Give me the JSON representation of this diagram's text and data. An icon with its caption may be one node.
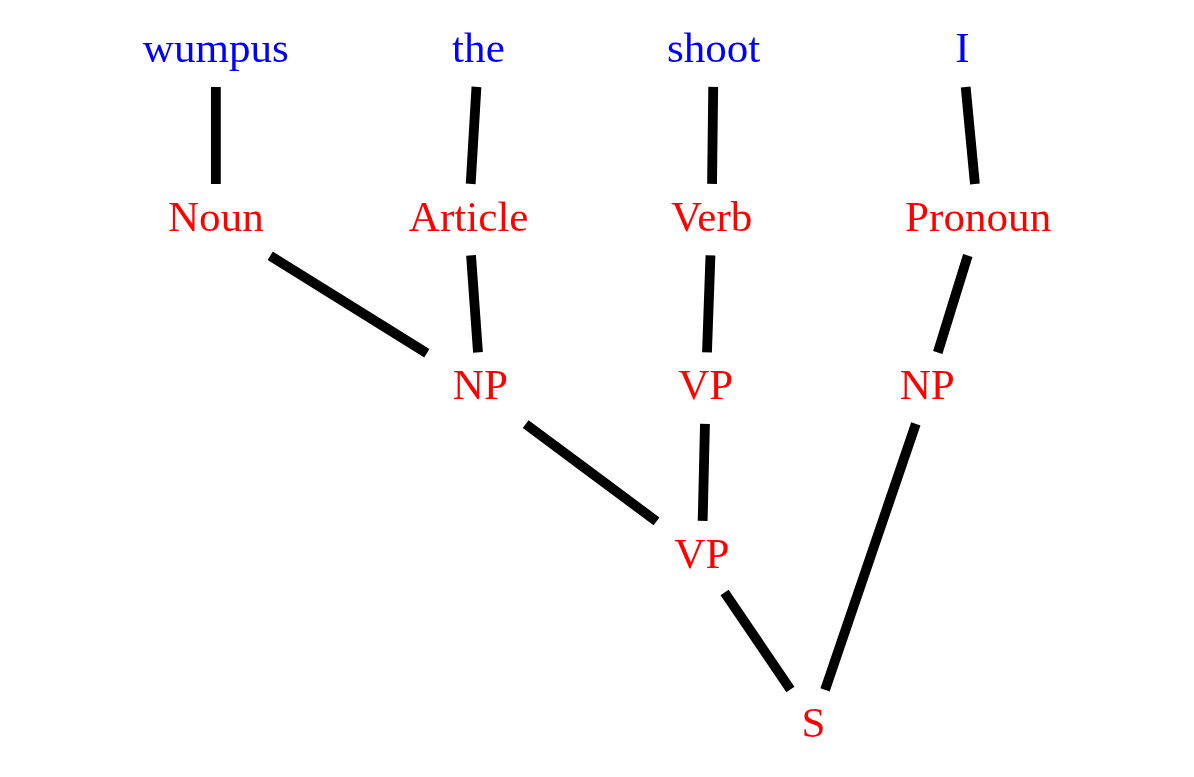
{
  "diagram": {
    "nodes": [
      {
        "text": [
          "wumpus"
        ]
      },
      {
        "text": [
          "the"
        ]
      },
      {
        "text": [
          "shoot"
        ]
      },
      {
        "text": [
          "I"
        ]
      },
      {
        "text": [
          "Noun"
        ]
      },
      {
        "text": [
          "Article"
        ]
      },
      {
        "text": [
          "Verb"
        ]
      },
      {
        "text": [
          "Pronoun"
        ]
      },
      {
        "text": [
          "NP"
        ]
      },
      {
        "text": [
          "VP"
        ]
      },
      {
        "text": [
          "NP"
        ]
      },
      {
        "text": [
          "VP"
        ]
      },
      {
        "text": [
          "S"
        ]
      }
    ],
    "edges": [
      {
        "from": 12,
        "to": 11,
        "arrow": "none"
      },
      {
        "from": 12,
        "to": 10,
        "arrow": "none"
      },
      {
        "from": 11,
        "to": 8,
        "arrow": "none"
      },
      {
        "from": 11,
        "to": 9,
        "arrow": "none"
      },
      {
        "from": 8,
        "to": 5,
        "arrow": "none"
      },
      {
        "from": 8,
        "to": 4,
        "arrow": "none"
      },
      {
        "from": 9,
        "to": 6,
        "arrow": "none"
      },
      {
        "from": 10,
        "to": 7,
        "arrow": "none"
      },
      {
        "from": 4,
        "to": 0,
        "arrow": "none"
      },
      {
        "from": 5,
        "to": 1,
        "arrow": "none"
      },
      {
        "from": 6,
        "to": 2,
        "arrow": "none"
      },
      {
        "from": 7,
        "to": 3,
        "arrow": "none"
      }
    ]
  }
}
